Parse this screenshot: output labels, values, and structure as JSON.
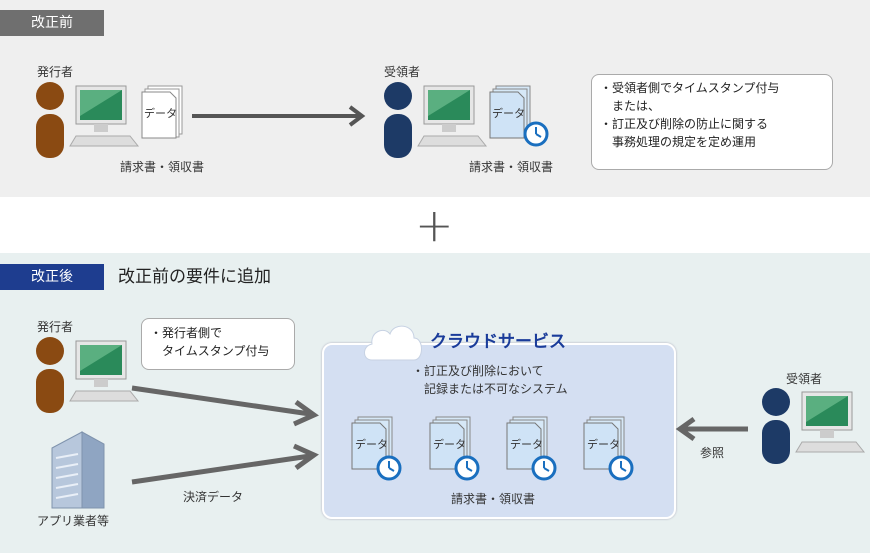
{
  "before": {
    "tag": "改正前",
    "issuer_label": "発行者",
    "receiver_label": "受領者",
    "doc_label": "データ",
    "caption_left": "請求書・領収書",
    "caption_right": "請求書・領収書",
    "note_lines": [
      "・受領者側でタイムスタンプ付与",
      "　または、",
      "・訂正及び削除の防止に関する",
      "　事務処理の規定を定め運用"
    ]
  },
  "plus": "+",
  "after": {
    "tag": "改正後",
    "title": "改正前の要件に追加",
    "issuer_label": "発行者",
    "issuer_note_lines": [
      "・発行者側で",
      "　タイムスタンプ付与"
    ],
    "app_label": "アプリ業者等",
    "settlement_label": "決済データ",
    "cloud_title": "クラウドサービス",
    "cloud_note_lines": [
      "・訂正及び削除において",
      "　記録または不可なシステム"
    ],
    "doc_label": "データ",
    "cloud_caption": "請求書・領収書",
    "receiver_label": "受領者",
    "ref_label": "参照"
  },
  "colors": {
    "before_tag": "#6f6f6f",
    "after_tag": "#1e3d8f",
    "cloud_title": "#1a3c9a",
    "issuer_person": "#8a4a12",
    "receiver_person": "#1d3a66",
    "arrow": "#555555"
  }
}
